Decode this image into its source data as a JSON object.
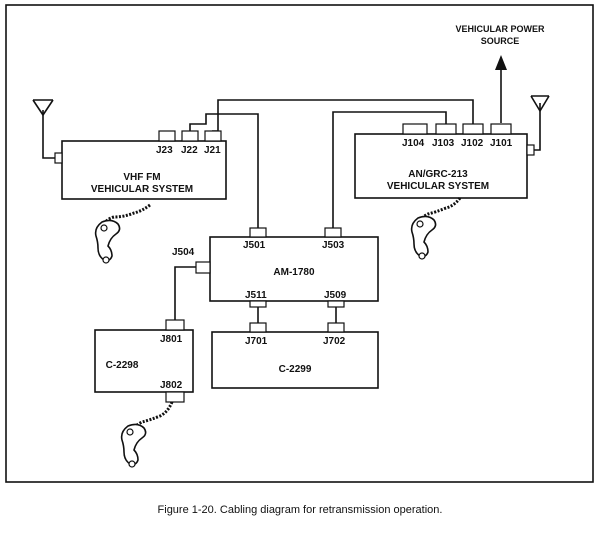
{
  "diagram": {
    "power_source_line1": "VEHICULAR POWER",
    "power_source_line2": "SOURCE",
    "vhf": {
      "line1": "VHF FM",
      "line2": "VEHICULAR SYSTEM",
      "j23": "J23",
      "j22": "J22",
      "j21": "J21"
    },
    "grc": {
      "line1": "AN/GRC-213",
      "line2": "VEHICULAR SYSTEM",
      "j104": "J104",
      "j103": "J103",
      "j102": "J102",
      "j101": "J101"
    },
    "am": {
      "name": "AM-1780",
      "j501": "J501",
      "j503": "J503",
      "j504": "J504",
      "j511": "J511",
      "j509": "J509"
    },
    "c2299": {
      "name": "C-2299",
      "j701": "J701",
      "j702": "J702"
    },
    "c2298": {
      "name": "C-2298",
      "j801": "J801",
      "j802": "J802"
    }
  },
  "caption": "Figure 1-20. Cabling diagram for retransmission operation."
}
